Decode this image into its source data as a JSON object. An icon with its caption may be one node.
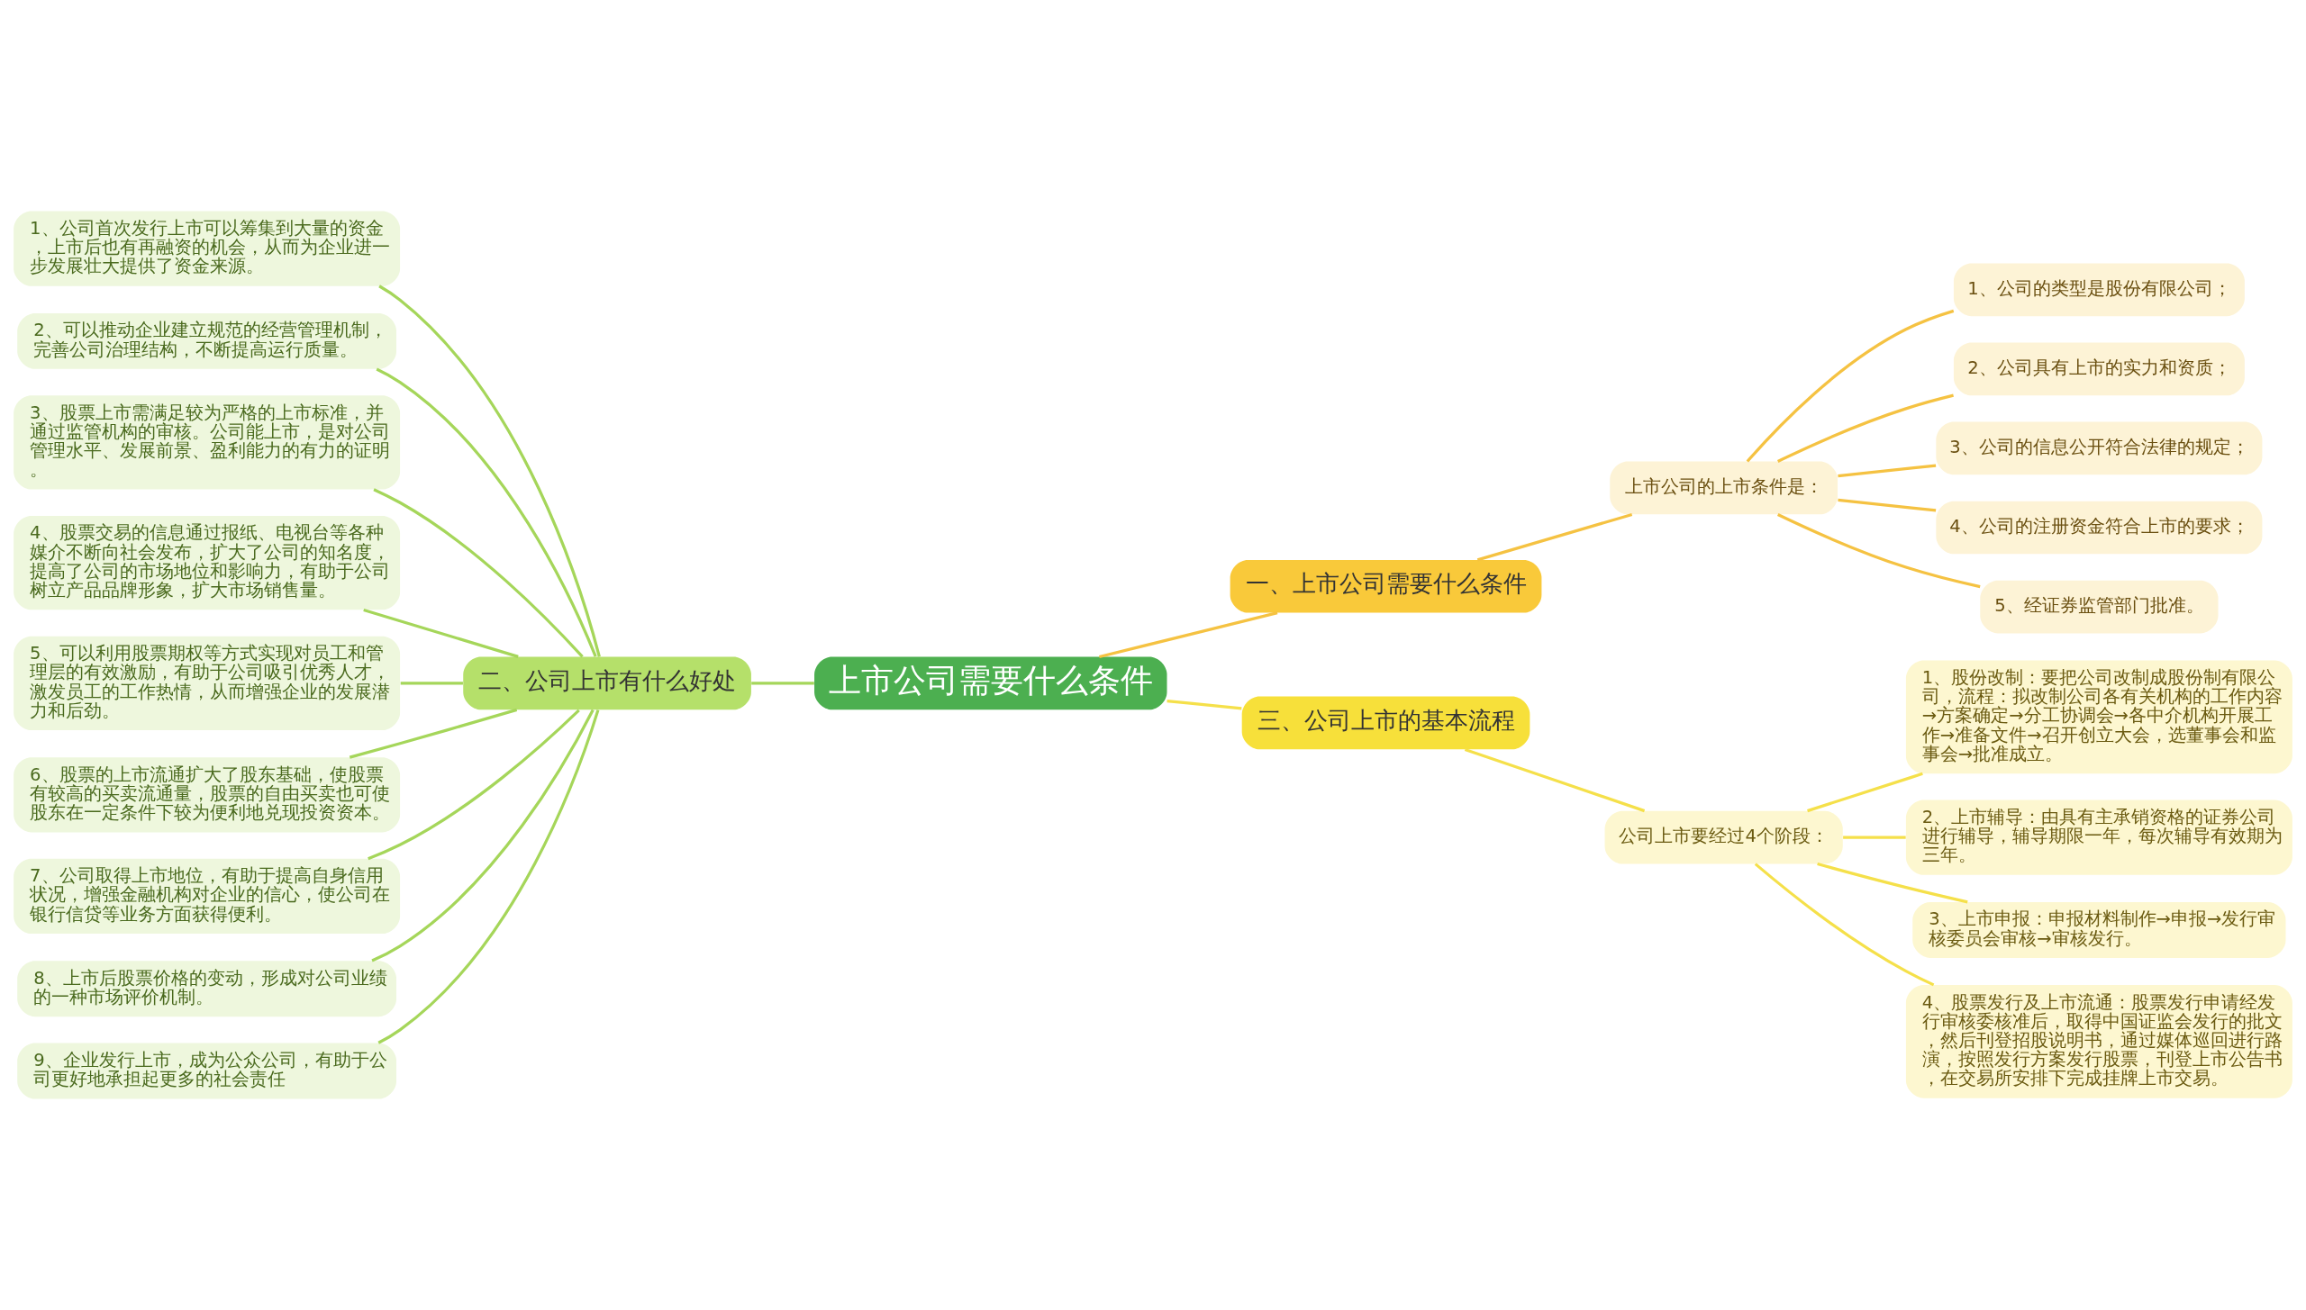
{
  "diagram": {
    "nodes": [
      {
        "text": [
          "上市公司需要什么条件"
        ]
      },
      {
        "text": [
          "一、上市公司需要什么条件"
        ]
      },
      {
        "text": [
          "上市公司的上市条件是："
        ]
      },
      {
        "text": [
          "1、公司的类型是股份有限公司；"
        ]
      },
      {
        "text": [
          "2、公司具有上市的实力和资质；"
        ]
      },
      {
        "text": [
          "3、公司的信息公开符合法律的规定；"
        ]
      },
      {
        "text": [
          "4、公司的注册资金符合上市的要求；"
        ]
      },
      {
        "text": [
          "5、经证券监管部门批准。"
        ]
      },
      {
        "text": [
          "二、公司上市有什么好处"
        ]
      },
      {
        "text": [
          "1、公司首次发行上市可以筹集到大量的资金，上市后也有再融资的机会，从而为企业进一步发展壮大提供了资金来源。"
        ]
      },
      {
        "text": [
          "2、可以推动企业建立规范的经营管理机制，完善公司治理结构，不断提高运行质量。"
        ]
      },
      {
        "text": [
          "3、股票上市需满足较为严格的上市标准，并通过监管机构的审核。公司能上市，是对公司管理水平、发展前景、盈利能力的有力的证明。"
        ]
      },
      {
        "text": [
          "4、股票交易的信息通过报纸、电视台等各种媒介不断向社会发布，扩大了公司的知名度，提高了公司的市场地位和影响力，有助于公司树立产品品牌形象，扩大市场销售量。"
        ]
      },
      {
        "text": [
          "5、可以利用股票期权等方式实现对员工和管理层的有效激励，有助于公司吸引优秀人才，激发员工的工作热情，从而增强企业的发展潜力和后劲。"
        ]
      },
      {
        "text": [
          "6、股票的上市流通扩大了股东基础，使股票有较高的买卖流通量，股票的自由买卖也可使股东在一定条件下较为便利地兑现投资资本。"
        ]
      },
      {
        "text": [
          "7、公司取得上市地位，有助于提高自身信用状况，增强金融机构对企业的信心，使公司在银行信贷等业务方面获得便利。"
        ]
      },
      {
        "text": [
          "8、上市后股票价格的变动，形成对公司业绩的一种市场评价机制。"
        ]
      },
      {
        "text": [
          "9、企业发行上市，成为公众公司，有助于公司更好地承担起更多的社会责任"
        ]
      },
      {
        "text": [
          "三、公司上市的基本流程"
        ]
      },
      {
        "text": [
          "公司上市要经过4个阶段："
        ]
      },
      {
        "text": [
          "1、股份改制：要把公司改制成股份制有限公司，流程：拟改制公司各有关机构的工作内容→方案确定→分工协调会→各中介机构开展工作→准备文件→召开创立大会，选董事会和监事会→批准成立。"
        ]
      },
      {
        "text": [
          "2、上市辅导：由具有主承销资格的证券公司进行辅导，辅导期限一年，每次辅导有效期为三年。"
        ]
      },
      {
        "text": [
          "3、上市申报：申报材料制作→申报→发行审核委员会审核→审核发行。"
        ]
      },
      {
        "text": [
          "4、股票发行及上市流通：股票发行申请经发行审核委核准后，取得中国证监会发行的批文，然后刊登招股说明书，通过媒体巡回进行路演，按照发行方案发行股票，刊登上市公告书，在交易所安排下完成挂牌上市交易。"
        ]
      }
    ],
    "edges": [
      {
        "from": 0,
        "to": 1,
        "arrow": "none",
        "color": "#f5c242"
      },
      {
        "from": 1,
        "to": 2,
        "arrow": "none",
        "color": "#f5c242"
      },
      {
        "from": 2,
        "to": 3,
        "arrow": "none",
        "color": "#f5c242"
      },
      {
        "from": 2,
        "to": 4,
        "arrow": "none",
        "color": "#f5c242"
      },
      {
        "from": 2,
        "to": 5,
        "arrow": "none",
        "color": "#f5c242"
      },
      {
        "from": 2,
        "to": 6,
        "arrow": "none",
        "color": "#f5c242"
      },
      {
        "from": 2,
        "to": 7,
        "arrow": "none",
        "color": "#f5c242"
      },
      {
        "from": 0,
        "to": 8,
        "arrow": "none"
      },
      {
        "from": 8,
        "to": 9,
        "arrow": "none"
      },
      {
        "from": 8,
        "to": 10,
        "arrow": "none"
      },
      {
        "from": 8,
        "to": 11,
        "arrow": "none"
      },
      {
        "from": 8,
        "to": 12,
        "arrow": "none"
      },
      {
        "from": 8,
        "to": 13,
        "arrow": "none"
      },
      {
        "from": 8,
        "to": 14,
        "arrow": "none"
      },
      {
        "from": 8,
        "to": 15,
        "arrow": "none"
      },
      {
        "from": 8,
        "to": 16,
        "arrow": "none"
      },
      {
        "from": 8,
        "to": 17,
        "arrow": "none"
      },
      {
        "from": 0,
        "to": 18,
        "arrow": "none",
        "color": "#f5e04a"
      },
      {
        "from": 18,
        "to": 19,
        "arrow": "none",
        "color": "#f5e04a"
      },
      {
        "from": 19,
        "to": 20,
        "arrow": "none",
        "color": "#f5e04a"
      },
      {
        "from": 19,
        "to": 21,
        "arrow": "none",
        "color": "#f5e04a"
      },
      {
        "from": 19,
        "to": 22,
        "arrow": "none",
        "color": "#f5e04a"
      },
      {
        "from": 19,
        "to": 23,
        "arrow": "none",
        "color": "#f5e04a"
      }
    ]
  }
}
